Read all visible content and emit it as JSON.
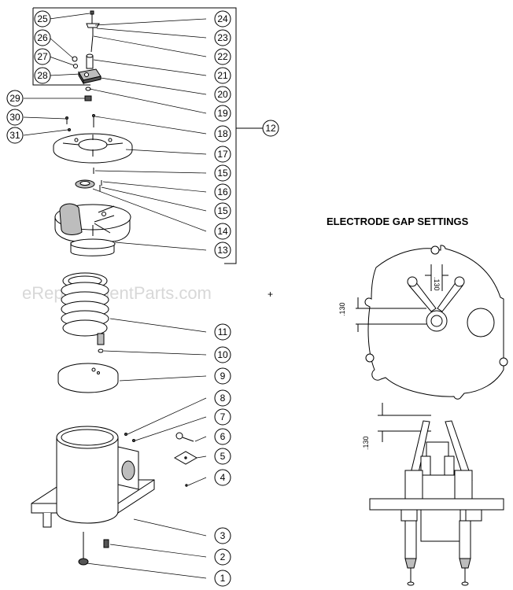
{
  "watermark": "eReplacementParts.com",
  "watermark_mark": "+",
  "electrode_section": {
    "title": "ELECTRODE GAP SETTINGS",
    "gap_label_top": ".130",
    "gap_label_side": ".130",
    "gap_label_lower": ".130"
  },
  "callouts": [
    "25",
    "24",
    "26",
    "23",
    "27",
    "22",
    "28",
    "21",
    "20",
    "19",
    "29",
    "30",
    "18",
    "31",
    "12",
    "17",
    "15",
    "16",
    "15",
    "14",
    "13",
    "11",
    "10",
    "9",
    "8",
    "7",
    "6",
    "5",
    "4",
    "3",
    "2",
    "1"
  ]
}
